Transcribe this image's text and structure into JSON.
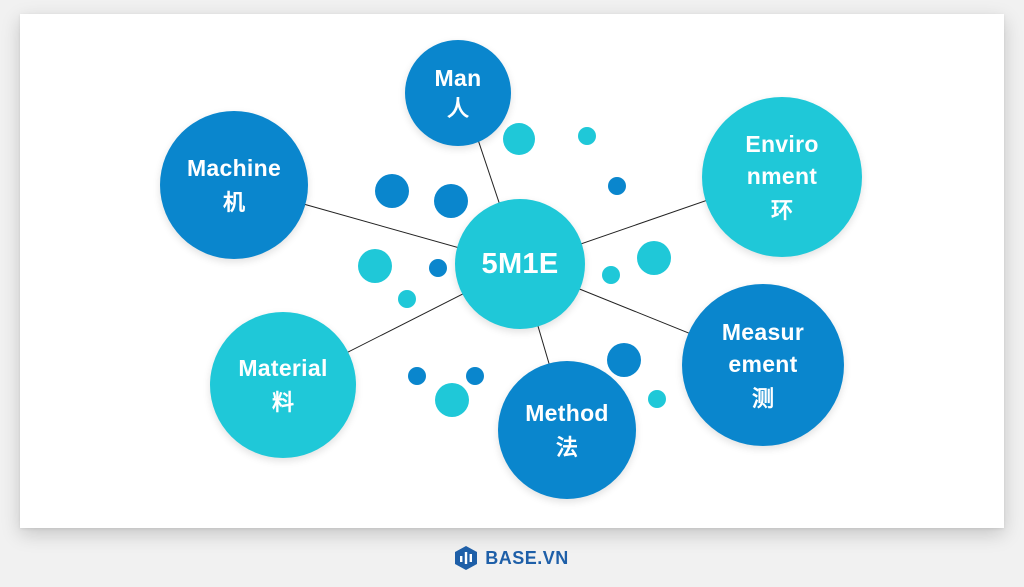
{
  "diagram": {
    "hub": {
      "en": "5M1E",
      "zh": ""
    },
    "nodes": {
      "man": {
        "en": "Man",
        "zh": "人",
        "color": "#0a86cd"
      },
      "machine": {
        "en": "Machine",
        "zh": "机",
        "color": "#0a86cd"
      },
      "environment": {
        "en_line1": "Enviro",
        "en_line2": "nment",
        "zh": "环",
        "color": "#1fc8d8"
      },
      "material": {
        "en": "Material",
        "zh": "料",
        "color": "#1fc8d8"
      },
      "method": {
        "en": "Method",
        "zh": "法",
        "color": "#0a86cd"
      },
      "measurement": {
        "en_line1": "Measur",
        "en_line2": "ement",
        "zh": "测",
        "color": "#0a86cd"
      }
    },
    "colors": {
      "blue": "#0a86cd",
      "teal": "#1fc8d8",
      "connector": "#222222",
      "background": "#ffffff"
    }
  },
  "footer": {
    "brand": "BASE.VN",
    "logo_icon": "base-logo-icon",
    "brand_color": "#1e5fa8"
  }
}
